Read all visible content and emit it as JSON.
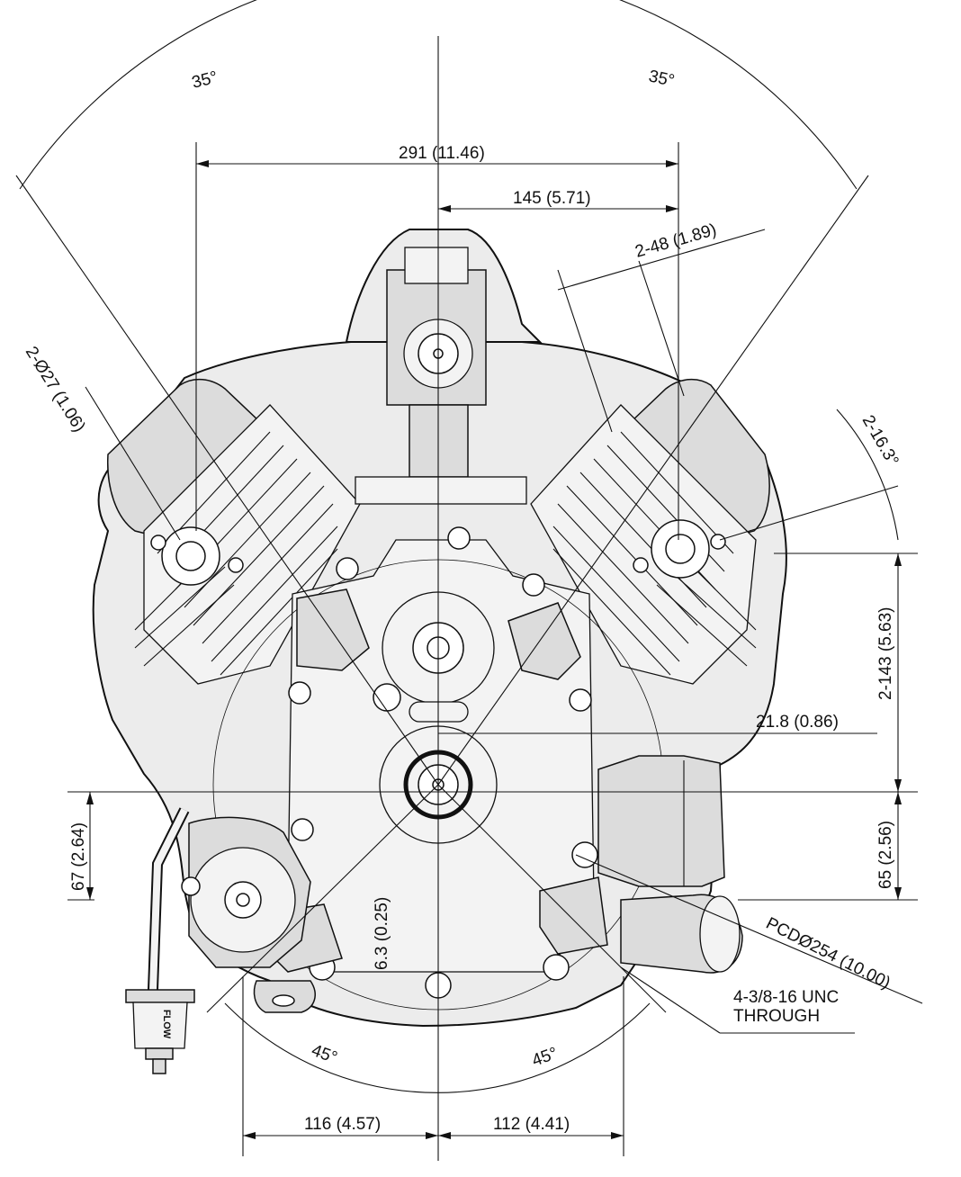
{
  "drawing": {
    "angles": {
      "top_left": "35°",
      "top_right": "35°",
      "bottom_left": "45°",
      "bottom_right": "45°",
      "right_tilt": "2-16.3°"
    },
    "dimensions": {
      "overall_width": "291  (11.46)",
      "half_width": "145  (5.71)",
      "offset_2_48": "2-48  (1.89)",
      "hole_2_027": "2-Ø27  (1.06)",
      "height_2_143": "2-143  (5.63)",
      "offset_21_8": "21.8  (0.86)",
      "right_65": "65  (2.56)",
      "left_67": "67  (2.64)",
      "center_6_3": "6.3  (0.25)",
      "pcd": "PCDØ254  (10.00)",
      "bolt_line1": "4-3/8-16 UNC",
      "bolt_line2": "THROUGH",
      "bottom_left": "116  (4.57)",
      "bottom_right": "112  (4.41)"
    },
    "fuel_filter_label": "FLOW"
  }
}
